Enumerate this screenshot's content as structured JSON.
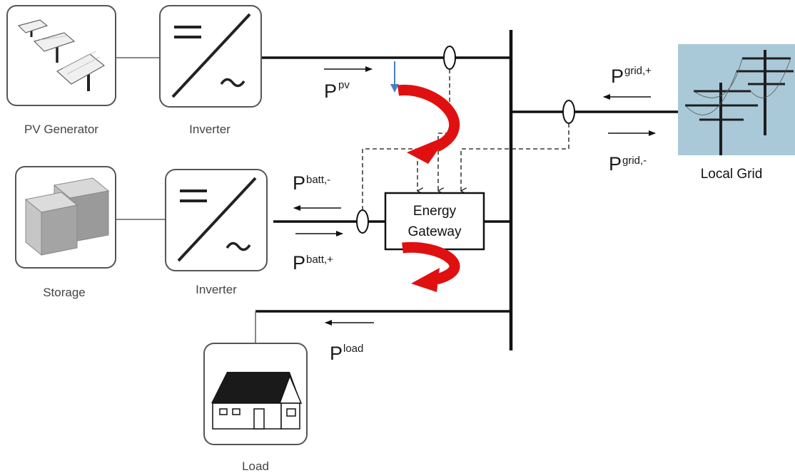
{
  "components": {
    "pv_generator": "PV Generator",
    "inverter_pv": "Inverter",
    "storage": "Storage",
    "inverter_storage": "Inverter",
    "load": "Load",
    "local_grid": "Local Grid",
    "gateway_line1": "Energy",
    "gateway_line2": "Gateway"
  },
  "power_flows": {
    "pv": {
      "symbol": "P",
      "subscript": "pv"
    },
    "batt_minus": {
      "symbol": "P",
      "subscript": "batt,-"
    },
    "batt_plus": {
      "symbol": "P",
      "subscript": "batt,+"
    },
    "load": {
      "symbol": "P",
      "subscript": "load"
    },
    "grid_plus": {
      "symbol": "P",
      "subscript": "grid,+"
    },
    "grid_minus": {
      "symbol": "P",
      "subscript": "grid,-"
    }
  },
  "colors": {
    "line": "#111111",
    "box_border": "#555555",
    "flow_arrow": "#e01010",
    "indicator": "#4a7fc1",
    "grid_sky": "#a9c9d8"
  }
}
